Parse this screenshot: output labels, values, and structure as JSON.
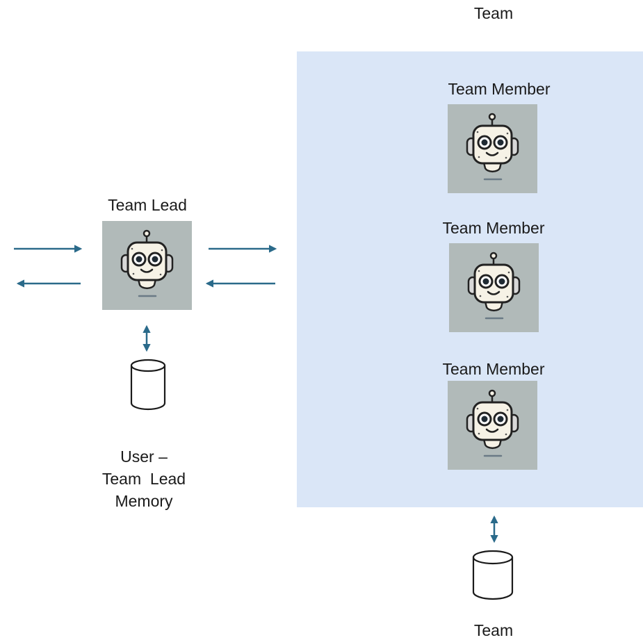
{
  "team": {
    "title": "Team",
    "members": [
      {
        "label": "Team Member",
        "icon": "robot-icon"
      },
      {
        "label": "Team Member",
        "icon": "robot-icon"
      },
      {
        "label": "Team Member",
        "icon": "robot-icon"
      }
    ],
    "memory_label_partial": "Team"
  },
  "team_lead": {
    "label": "Team Lead",
    "icon": "robot-icon",
    "memory_label_lines": [
      "User –",
      "Team  Lead",
      "Memory"
    ]
  },
  "colors": {
    "arrow": "#2a6a8a",
    "team_background": "#dae6f7",
    "tile_background": "#b1bab9"
  }
}
